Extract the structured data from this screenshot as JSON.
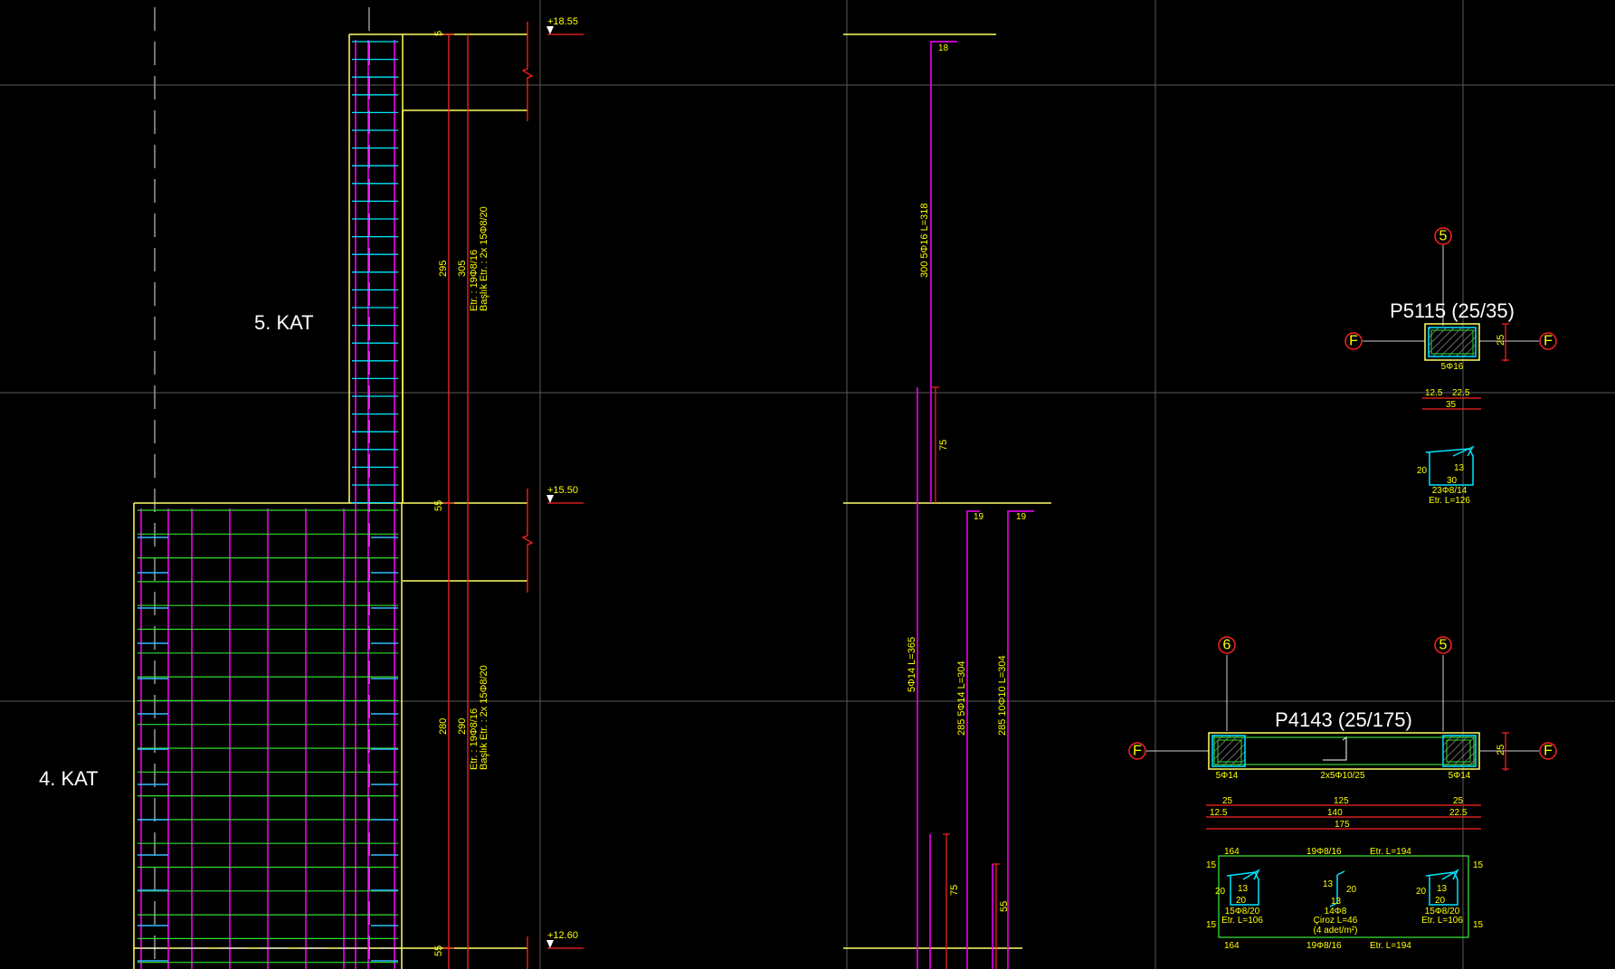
{
  "floors": {
    "upper": "5. KAT",
    "lower": "4. KAT"
  },
  "levels": {
    "top": "+18.55",
    "mid": "+15.50",
    "bottom": "+12.60"
  },
  "dims": {
    "d5": "5",
    "d295": "295",
    "d305": "305",
    "d55a": "55",
    "d280": "280",
    "d290": "290",
    "d55b": "55"
  },
  "stirrup_notes": {
    "upper_1": "Etr. : 19Φ8/16",
    "upper_2": "Başlık Etr. : 2x 15Φ8/20",
    "lower_1": "Etr. : 19Φ8/16",
    "lower_2": "Başlık Etr. : 2x 15Φ8/20"
  },
  "bars": {
    "upper_hook": "18",
    "upper_label": "300  5Φ16  L=318",
    "upper_lap": "75",
    "lower_hook_1": "19",
    "lower_hook_2": "19",
    "lower_1": "5Φ14  L=365",
    "lower_2": "285  5Φ14  L=304",
    "lower_3": "285  10Φ10  L=304",
    "lower_lap_1": "75",
    "lower_lap_2": "55"
  },
  "p5115": {
    "title": "P5115 (25/35)",
    "axis_top": "5",
    "axis_left": "F",
    "axis_right": "F",
    "rebar": "5Φ16",
    "dim_side": "25",
    "dim_a": "12.5",
    "dim_b": "22.5",
    "dim_total": "35",
    "stirrup_20": "20",
    "stirrup_13": "13",
    "stirrup_30": "30",
    "stirrup_spec": "23Φ8/14",
    "stirrup_len": "Etr. L=126"
  },
  "p4143": {
    "title": "P4143 (25/175)",
    "axis_left_top": "6",
    "axis_right_top": "5",
    "axis_left": "F",
    "axis_right": "F",
    "rebar_left": "5Φ14",
    "rebar_mid": "2x5Φ10/25",
    "rebar_right": "5Φ14",
    "dim_side": "25",
    "dim_r1_a": "25",
    "dim_r1_b": "125",
    "dim_r1_c": "25",
    "dim_r2_a": "12.5",
    "dim_r2_b": "140",
    "dim_r2_c": "22.5",
    "dim_total": "175",
    "det_top_164": "164",
    "det_top_spec": "19Φ8/16",
    "det_top_len": "Etr. L=194",
    "det_15_tl": "15",
    "det_15_tr": "15",
    "det_15_bl": "15",
    "det_15_br": "15",
    "det_bot_164": "164",
    "det_bot_spec": "19Φ8/16",
    "det_bot_len": "Etr. L=194",
    "s1_13": "13",
    "s1_20a": "20",
    "s1_20b": "20",
    "s1_spec": "15Φ8/20",
    "s1_len": "Etr. L=106",
    "c_13a": "13",
    "c_20": "20",
    "c_13b": "13",
    "c_spec": "14Φ8",
    "c_len": "Çiroz L=46",
    "c_note": "(4 adet/m²)",
    "s2_13": "13",
    "s2_20a": "20",
    "s2_20b": "20",
    "s2_spec": "15Φ8/20",
    "s2_len": "Etr. L=106"
  }
}
